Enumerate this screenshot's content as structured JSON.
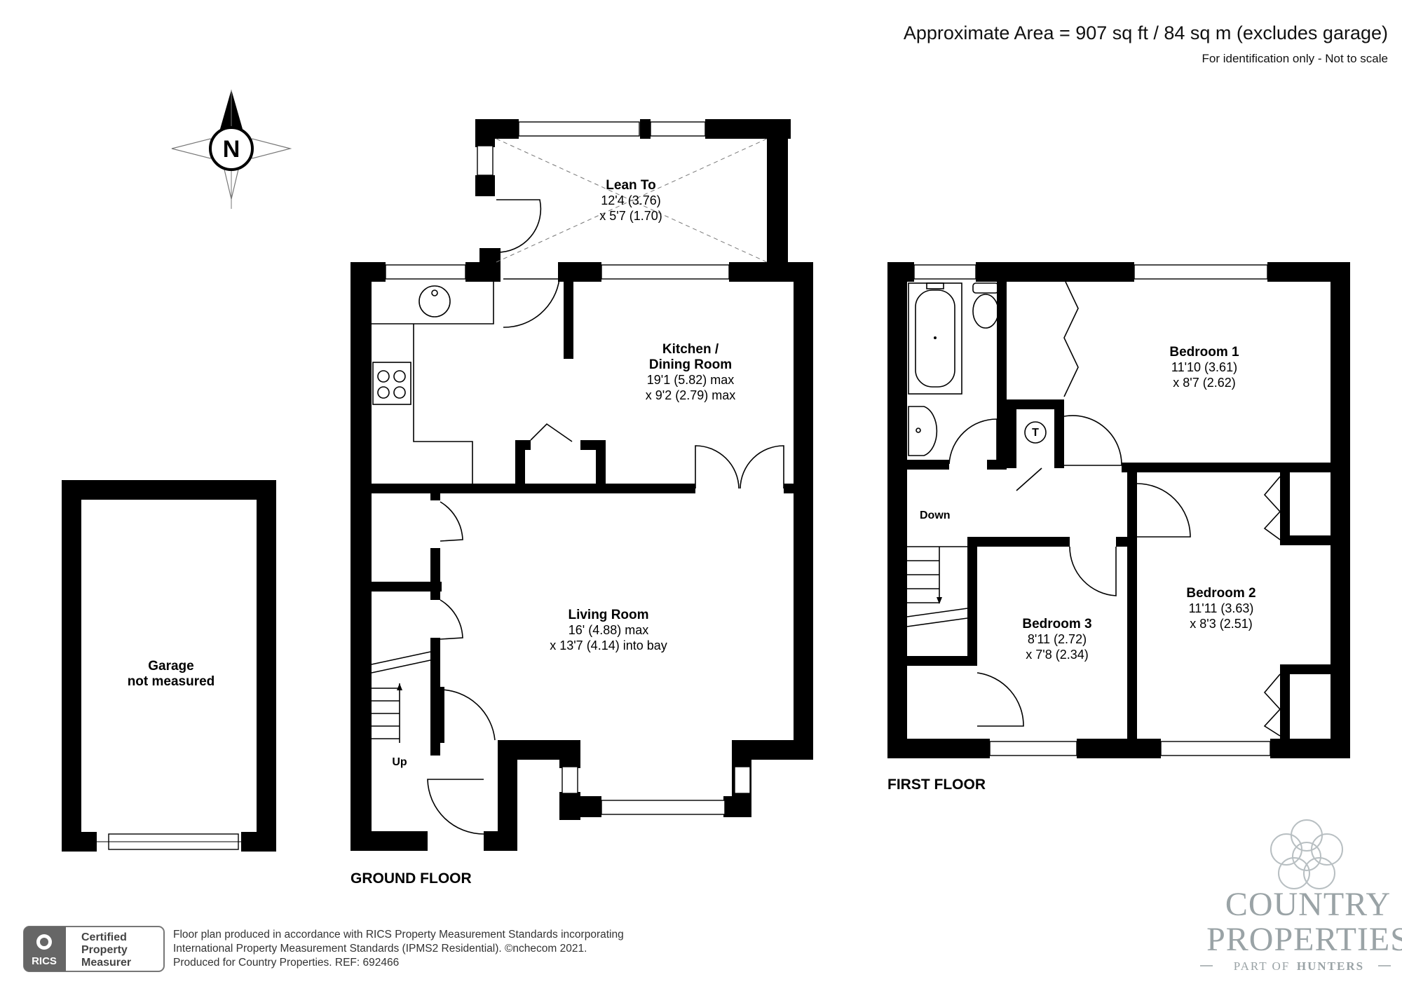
{
  "header": {
    "area": "Approximate Area = 907 sq ft / 84 sq m (excludes garage)",
    "note": "For identification only - Not to scale"
  },
  "compass": {
    "label": "N"
  },
  "ground_floor": {
    "label": "GROUND FLOOR",
    "rooms": {
      "lean_to": {
        "name": "Lean To",
        "dim1": "12'4 (3.76)",
        "dim2": "x 5'7 (1.70)"
      },
      "kitchen": {
        "name_line1": "Kitchen /",
        "name_line2": "Dining Room",
        "dim1": "19'1 (5.82) max",
        "dim2": "x 9'2 (2.79) max"
      },
      "living": {
        "name": "Living Room",
        "dim1": "16' (4.88) max",
        "dim2": "x 13'7 (4.14) into bay"
      }
    },
    "stairs_label": "Up"
  },
  "garage": {
    "name": "Garage",
    "note": "not measured"
  },
  "first_floor": {
    "label": "FIRST FLOOR",
    "rooms": {
      "bedroom1": {
        "name": "Bedroom 1",
        "dim1": "11'10 (3.61)",
        "dim2": "x 8'7 (2.62)"
      },
      "bedroom2": {
        "name": "Bedroom 2",
        "dim1": "11'11 (3.63)",
        "dim2": "x 8'3 (2.51)"
      },
      "bedroom3": {
        "name": "Bedroom 3",
        "dim1": "8'11 (2.72)",
        "dim2": "x 7'8 (2.34)"
      }
    },
    "stairs_label": "Down",
    "tank_label": "T"
  },
  "footer": {
    "rics_badge": "RICS",
    "rics_line1": "Certified",
    "rics_line2": "Property",
    "rics_line3": "Measurer",
    "line1": "Floor plan produced in accordance with RICS Property Measurement Standards incorporating",
    "line2": "International Property Measurement Standards (IPMS2 Residential).   ©n",
    "line2_brand": "checom 2021.",
    "line3": "Produced for Country Properties.   REF: 692466"
  },
  "brand": {
    "line1": "COUNTRY",
    "line2": "PROPERTIES",
    "tagline_part": "PART OF",
    "tagline_brand": "HUNTERS"
  }
}
